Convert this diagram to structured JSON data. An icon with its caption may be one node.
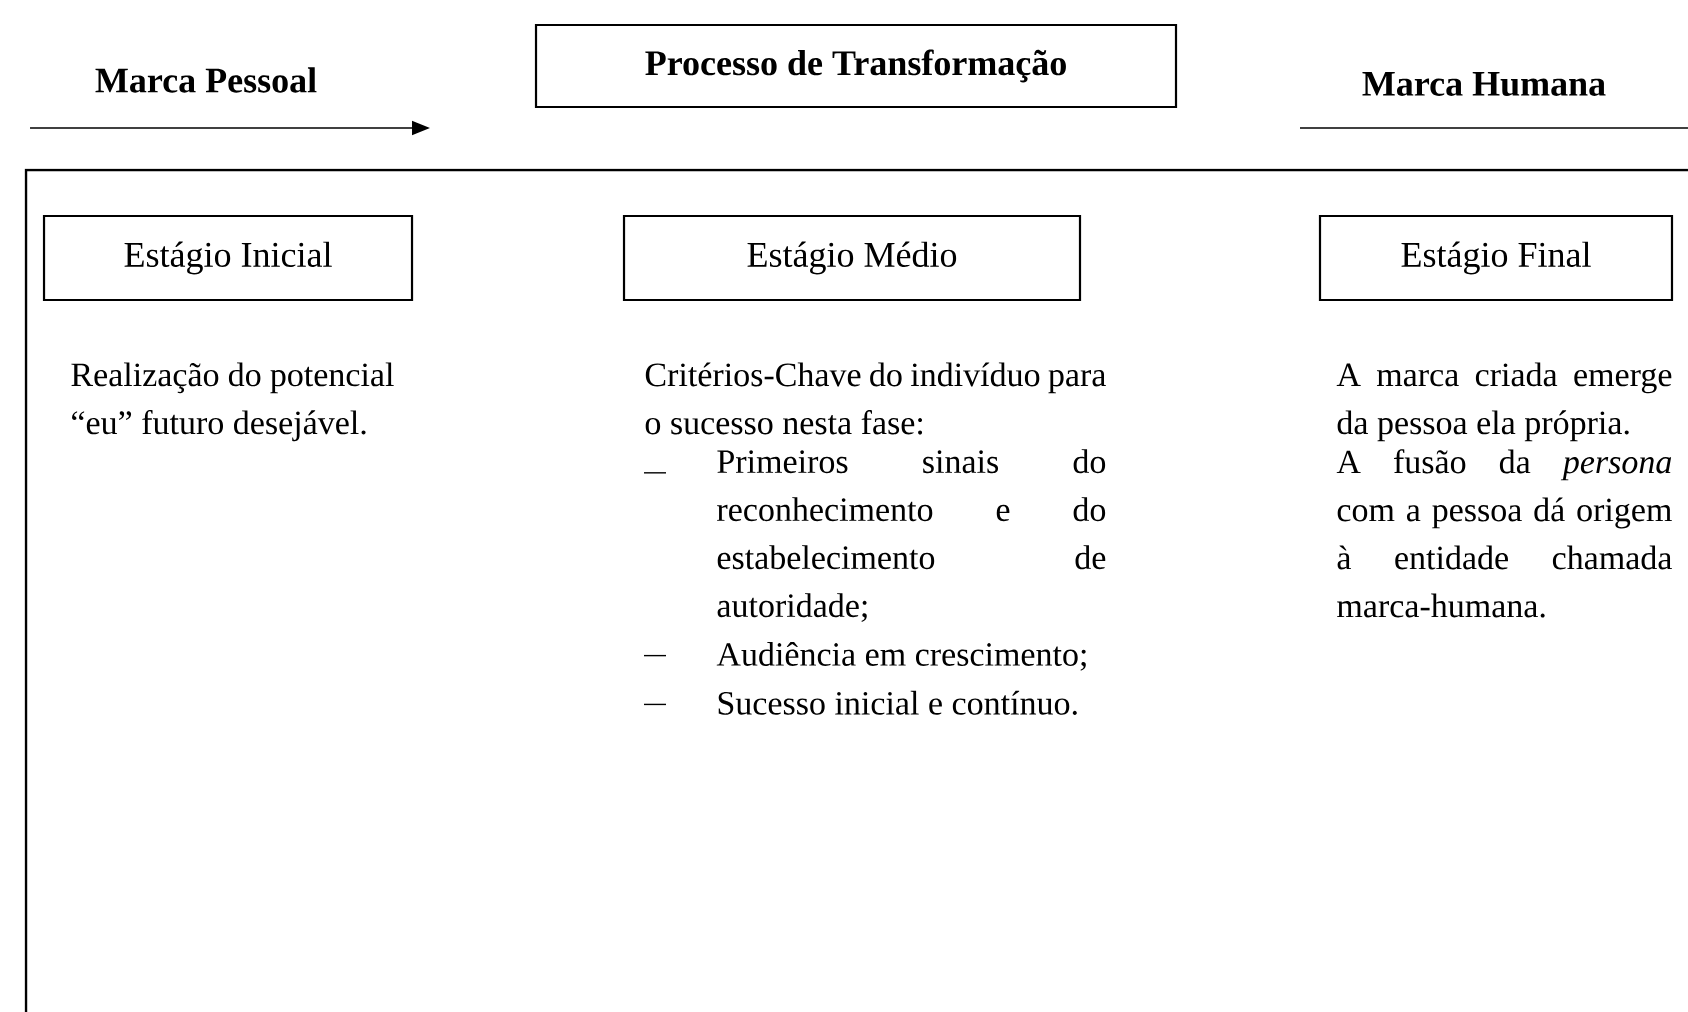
{
  "diagram": {
    "nodes": [
      {
        "text": [
          "Processo de Transformação"
        ]
      },
      {
        "text": [
          "Estágio Inicial"
        ],
        "beside": [
          "Realização do potencial “eu” futuro desejável."
        ]
      },
      {
        "text": [
          "Estágio Médio"
        ],
        "beside": [
          "Critérios-Chave do indivíduo para o sucesso nesta fase:",
          "Primeiros sinais do reconhecimento e do estabelecimento de autoridade;",
          "Audiência em crescimento;",
          "Sucesso inicial e contínuo."
        ]
      },
      {
        "text": [
          "Estágio Final"
        ],
        "beside": [
          "A marca criada emerge da pessoa ela própria.",
          "A fusão da *persona* com a pessoa dá origem à entidade chamada marca-humana."
        ]
      }
    ],
    "edges": [],
    "labels": [
      "Marca Pessoal",
      "Marca Humana"
    ]
  }
}
